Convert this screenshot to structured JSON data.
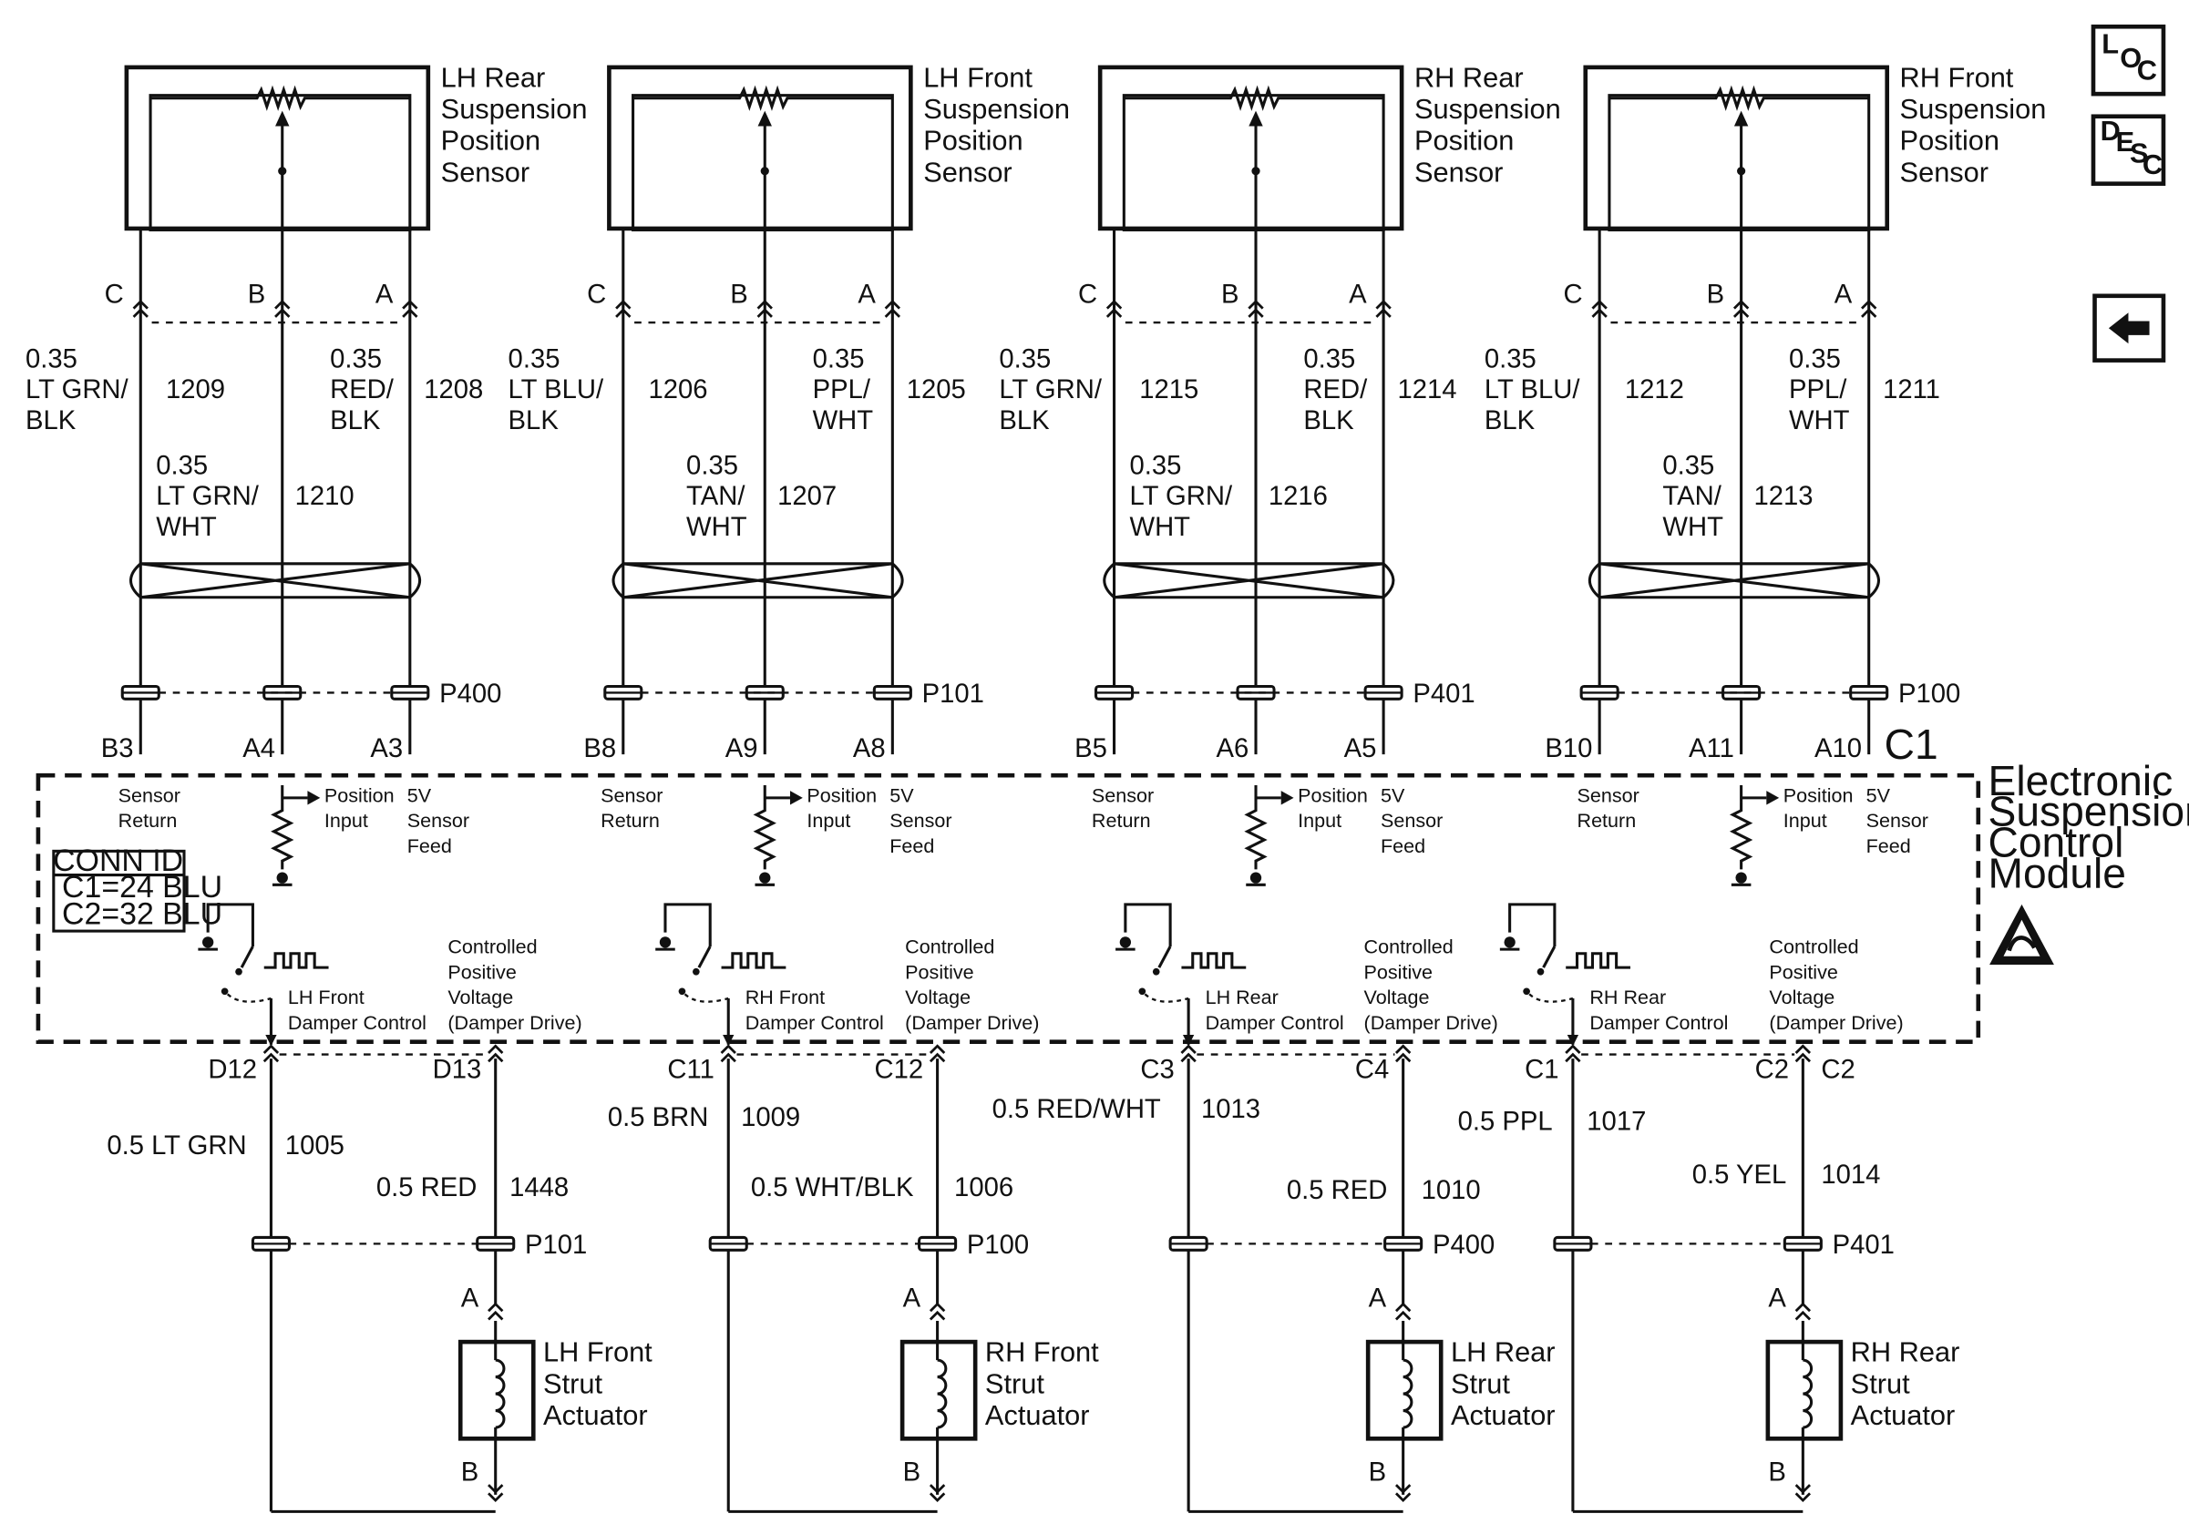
{
  "sensors": [
    {
      "title": [
        "LH Rear",
        "Suspension",
        "Position",
        "Sensor"
      ],
      "pins": [
        "C",
        "B",
        "A"
      ],
      "wire_c": [
        "0.35",
        "LT GRN/",
        "BLK"
      ],
      "circ_c": "1209",
      "wire_a": [
        "0.35",
        "RED/",
        "BLK"
      ],
      "circ_a": "1208",
      "wire_b": [
        "0.35",
        "LT GRN/",
        "WHT"
      ],
      "circ_b": "1210",
      "connector": "P400",
      "mod_pins": [
        "B3",
        "A4",
        "A3"
      ]
    },
    {
      "title": [
        "LH Front",
        "Suspension",
        "Position",
        "Sensor"
      ],
      "pins": [
        "C",
        "B",
        "A"
      ],
      "wire_c": [
        "0.35",
        "LT BLU/",
        "BLK"
      ],
      "circ_c": "1206",
      "wire_a": [
        "0.35",
        "PPL/",
        "WHT"
      ],
      "circ_a": "1205",
      "wire_b": [
        "0.35",
        "TAN/",
        "WHT"
      ],
      "circ_b": "1207",
      "connector": "P101",
      "mod_pins": [
        "B8",
        "A9",
        "A8"
      ]
    },
    {
      "title": [
        "RH Rear",
        "Suspension",
        "Position",
        "Sensor"
      ],
      "pins": [
        "C",
        "B",
        "A"
      ],
      "wire_c": [
        "0.35",
        "LT GRN/",
        "BLK"
      ],
      "circ_c": "1215",
      "wire_a": [
        "0.35",
        "RED/",
        "BLK"
      ],
      "circ_a": "1214",
      "wire_b": [
        "0.35",
        "LT GRN/",
        "WHT"
      ],
      "circ_b": "1216",
      "connector": "P401",
      "mod_pins": [
        "B5",
        "A6",
        "A5"
      ]
    },
    {
      "title": [
        "RH Front",
        "Suspension",
        "Position",
        "Sensor"
      ],
      "pins": [
        "C",
        "B",
        "A"
      ],
      "wire_c": [
        "0.35",
        "LT BLU/",
        "BLK"
      ],
      "circ_c": "1212",
      "wire_a": [
        "0.35",
        "PPL/",
        "WHT"
      ],
      "circ_a": "1211",
      "wire_b": [
        "0.35",
        "TAN/",
        "WHT"
      ],
      "circ_b": "1213",
      "connector": "P100",
      "mod_pins": [
        "B10",
        "A11",
        "A10"
      ]
    }
  ],
  "c1_pin": "C1",
  "module": {
    "title": [
      "Electronic",
      "Suspension",
      "Control",
      "Module"
    ],
    "sensor_return": [
      "Sensor",
      "Return"
    ],
    "position_input": [
      "Position",
      "Input"
    ],
    "sensor_feed": [
      "5V",
      "Sensor",
      "Feed"
    ],
    "controlled_voltage": [
      "Controlled",
      "Positive",
      "Voltage",
      "(Damper Drive)"
    ],
    "damper_controls": [
      [
        "LH Front",
        "Damper Control"
      ],
      [
        "RH Front",
        "Damper Control"
      ],
      [
        "LH Rear",
        "Damper Control"
      ],
      [
        "RH Rear",
        "Damper Control"
      ]
    ],
    "conn_id": {
      "title": "CONN ID",
      "rows": [
        "C1=24 BLU",
        "C2=32 BLU"
      ]
    }
  },
  "actuators": [
    {
      "title": [
        "LH Front",
        "Strut",
        "Actuator"
      ],
      "pin_left": "D12",
      "pin_right": "D13",
      "wire_left": "0.5 LT GRN",
      "circ_left": "1005",
      "wire_right": "0.5 RED",
      "circ_right": "1448",
      "connector": "P101",
      "pin_a": "A",
      "pin_b": "B"
    },
    {
      "title": [
        "RH Front",
        "Strut",
        "Actuator"
      ],
      "pin_left": "C11",
      "pin_right": "C12",
      "wire_left": "0.5 BRN",
      "circ_left": "1009",
      "wire_right": "0.5 WHT/BLK",
      "circ_right": "1006",
      "connector": "P100",
      "pin_a": "A",
      "pin_b": "B"
    },
    {
      "title": [
        "LH Rear",
        "Strut",
        "Actuator"
      ],
      "pin_left": "C3",
      "pin_right": "C4",
      "wire_left": "0.5 RED/WHT",
      "circ_left": "1013",
      "wire_right": "0.5 RED",
      "circ_right": "1010",
      "connector": "P400",
      "pin_a": "A",
      "pin_b": "B"
    },
    {
      "title": [
        "RH Rear",
        "Strut",
        "Actuator"
      ],
      "pin_left": "C1",
      "pin_right": "C2",
      "wire_left": "0.5 PPL",
      "circ_left": "1017",
      "wire_right": "0.5 YEL",
      "circ_right": "1014",
      "connector": "P401",
      "pin_a": "A",
      "pin_b": "B"
    }
  ],
  "extra_pin_c2": "C2",
  "icons": [
    {
      "name": "loc-icon",
      "letters": [
        "L",
        "O",
        "C"
      ]
    },
    {
      "name": "desc-icon",
      "letters": [
        "D",
        "E",
        "S",
        "C"
      ]
    },
    {
      "name": "back-arrow-icon"
    },
    {
      "name": "esd-warning-icon"
    }
  ],
  "colors": {
    "line": "#111111",
    "background": "#ffffff"
  }
}
